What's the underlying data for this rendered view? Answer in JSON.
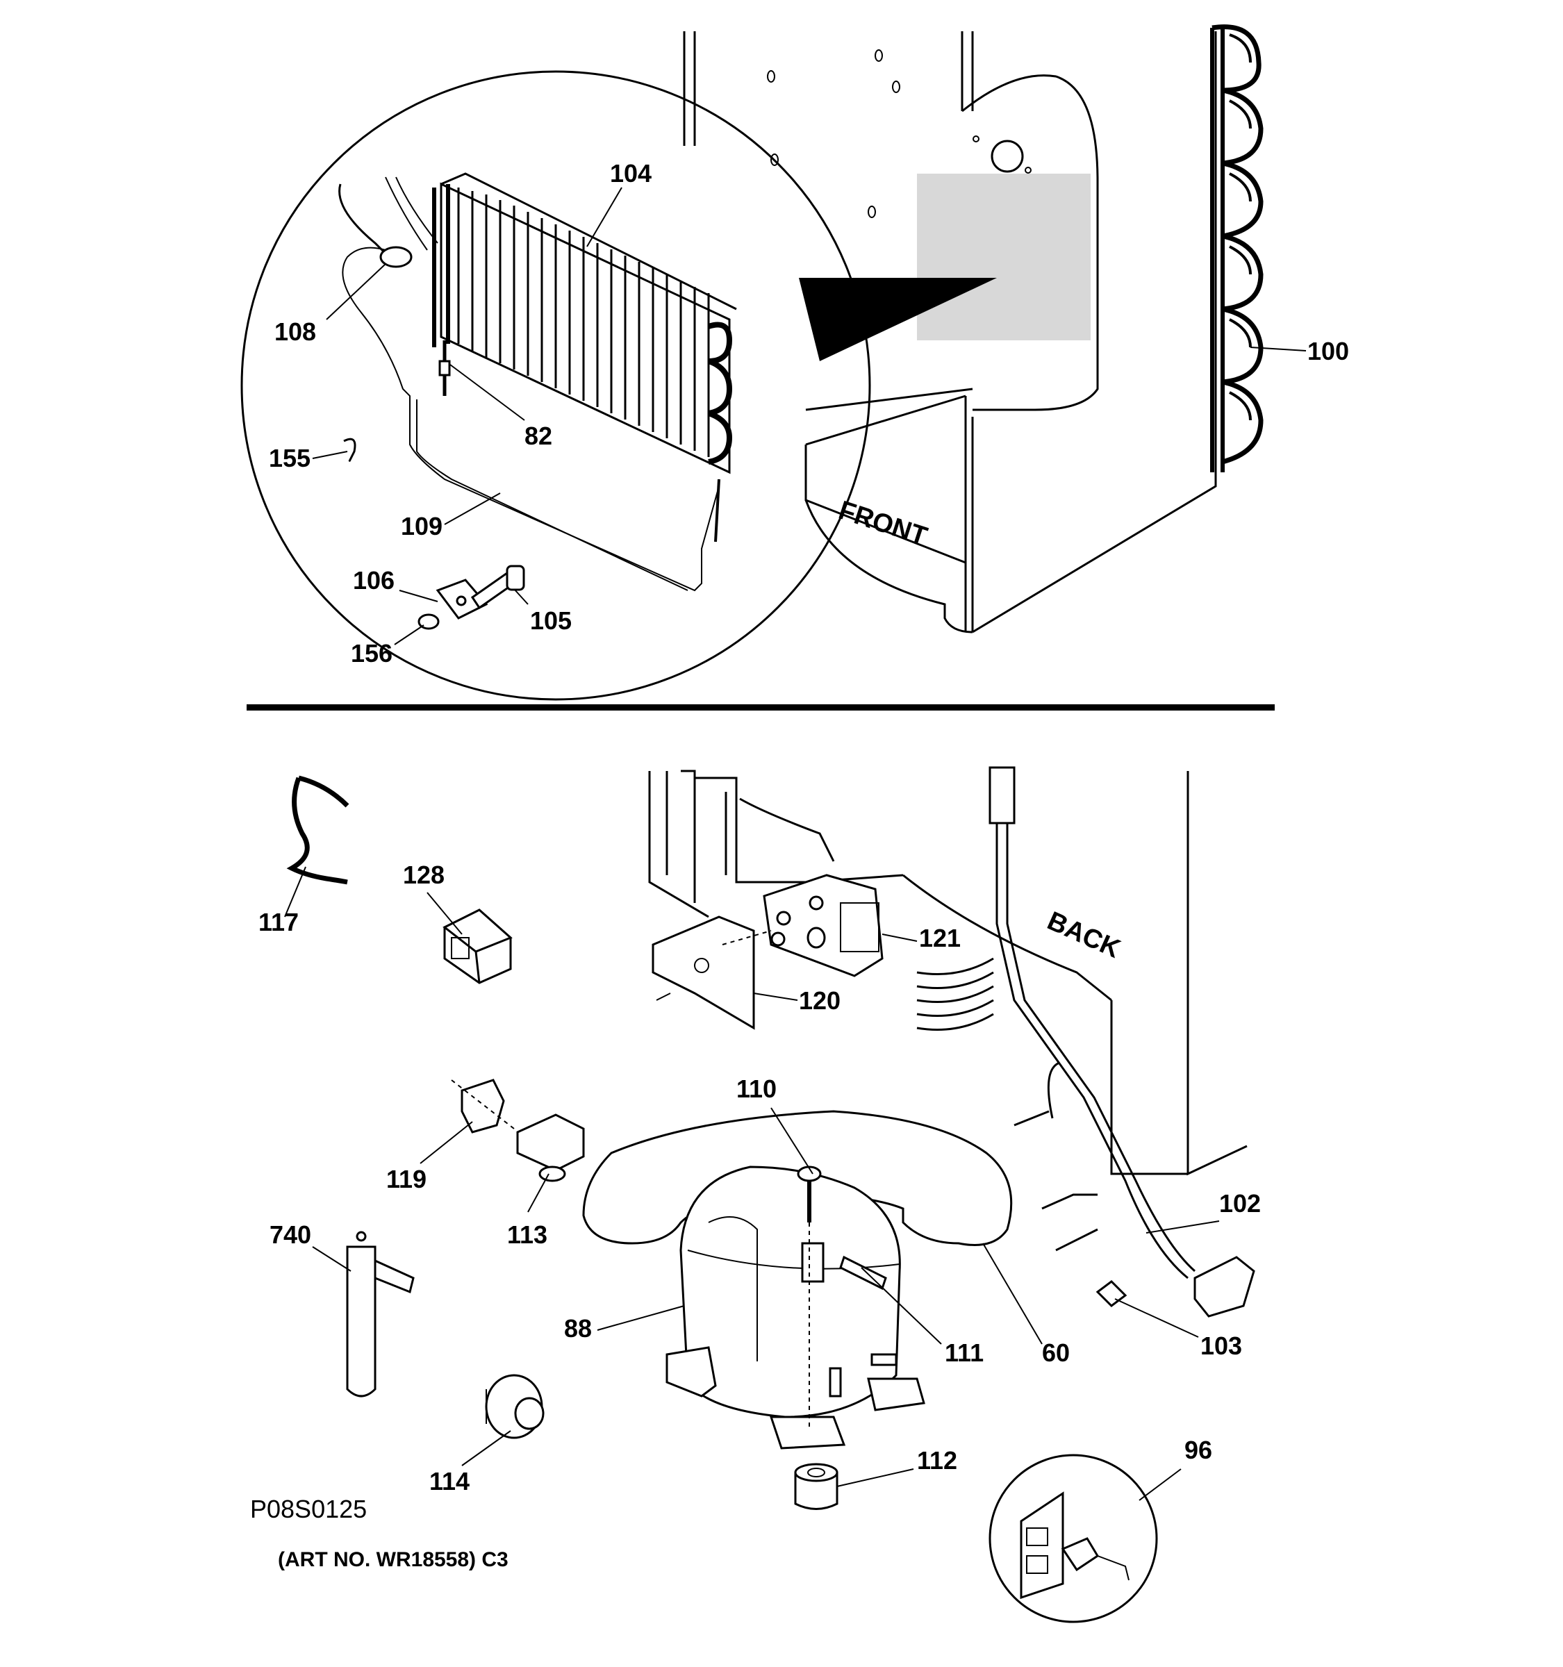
{
  "callouts": {
    "c104": "104",
    "c108": "108",
    "c82": "82",
    "c155": "155",
    "c109": "109",
    "c106": "106",
    "c105": "105",
    "c156": "156",
    "c100": "100",
    "c117": "117",
    "c128": "128",
    "c121": "121",
    "c120": "120",
    "c110": "110",
    "c119": "119",
    "c113": "113",
    "c102": "102",
    "c740": "740",
    "c88": "88",
    "c111": "111",
    "c60": "60",
    "c103": "103",
    "c112": "112",
    "c114": "114",
    "c96": "96"
  },
  "orientation": {
    "front": "FRONT",
    "back": "BACK"
  },
  "footer": {
    "diagram_code": "P08S0125",
    "art_number": "(ART NO. WR18558) C3"
  }
}
